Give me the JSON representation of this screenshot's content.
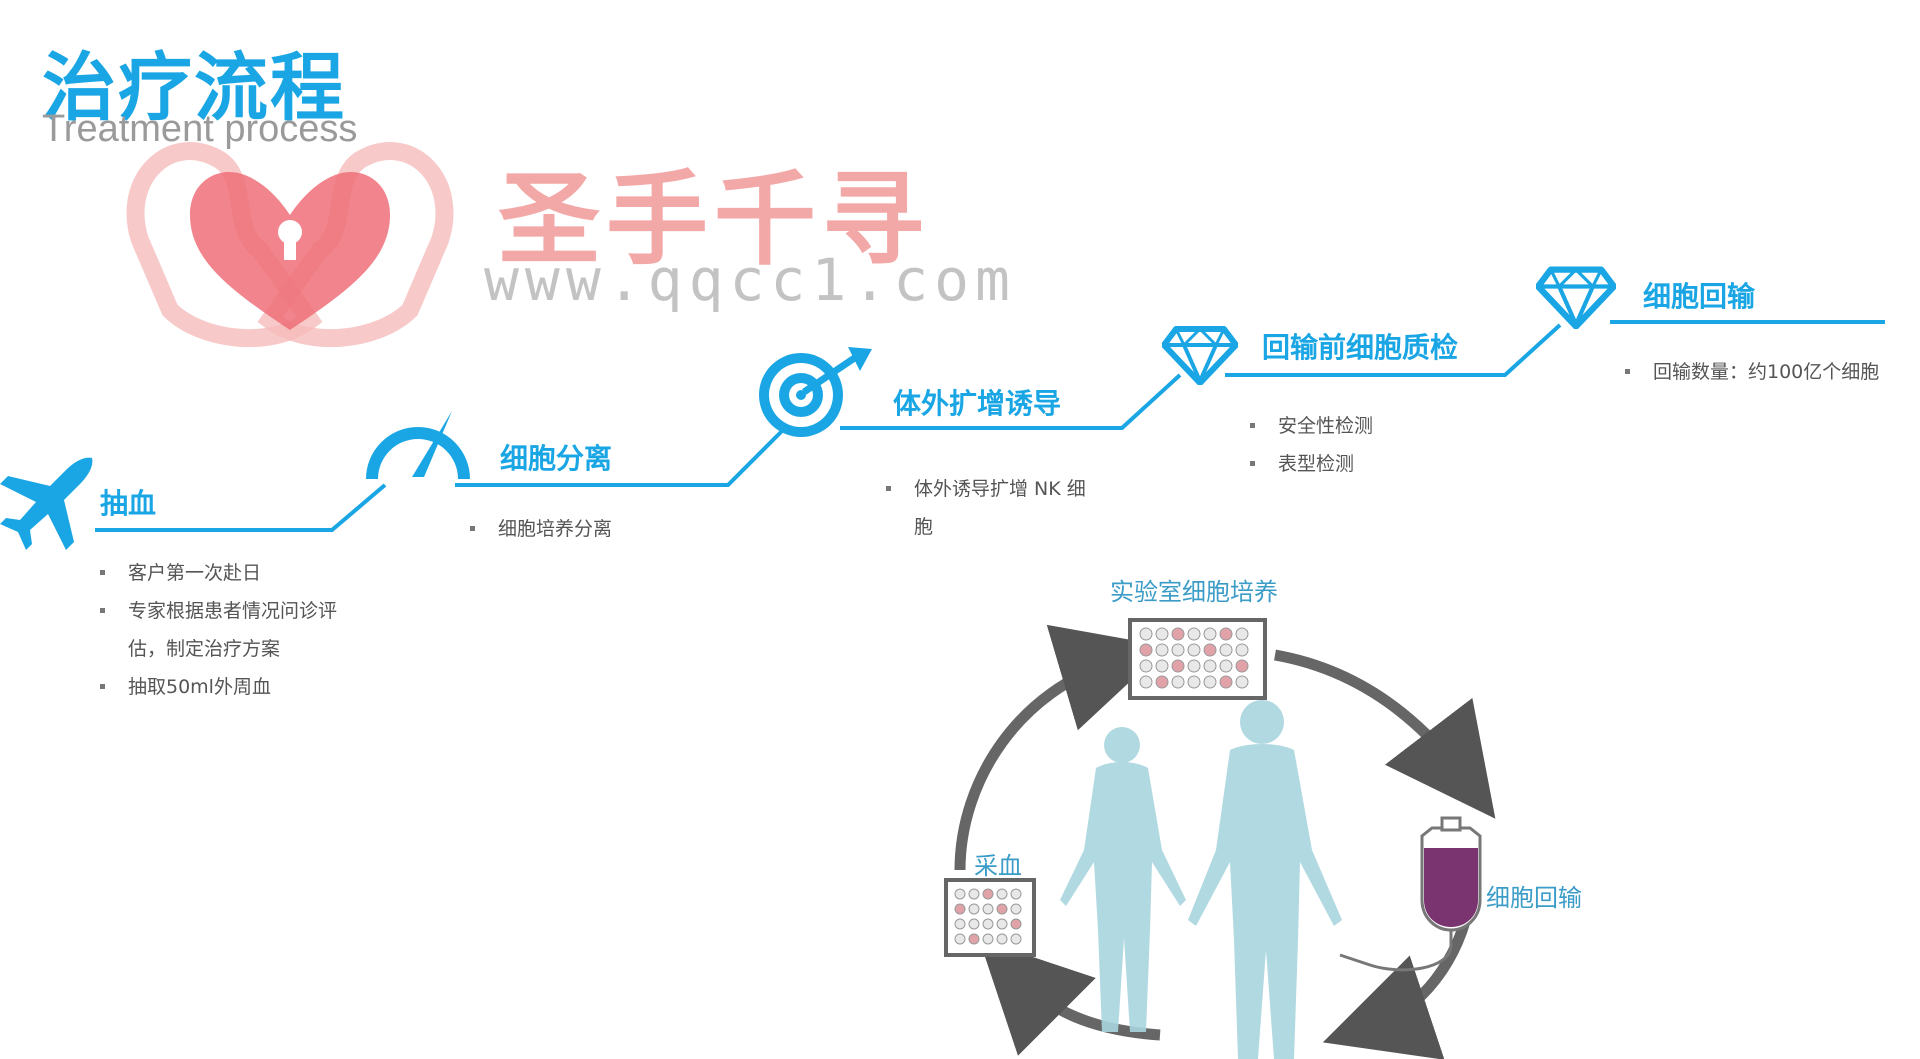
{
  "title": "治疗流程",
  "subtitle": "Treatment process",
  "watermark": {
    "brand": "圣手千寻",
    "url": "www.qqcc1.com"
  },
  "steps": [
    {
      "label": "抽血",
      "icon": "airplane-icon",
      "bullets": [
        "客户第一次赴日",
        "专家根据患者情况问诊评估，制定治疗方案",
        "抽取50ml外周血"
      ]
    },
    {
      "label": "细胞分离",
      "icon": "speedometer-icon",
      "bullets": [
        "细胞培养分离"
      ]
    },
    {
      "label": "体外扩增诱导",
      "icon": "target-icon",
      "bullets": [
        "体外诱导扩增 NK 细胞"
      ]
    },
    {
      "label": "回输前细胞质检",
      "icon": "diamond-icon",
      "bullets": [
        "安全性检测",
        "表型检测"
      ]
    },
    {
      "label": "细胞回输",
      "icon": "diamond-icon",
      "bullets": [
        "回输数量：约100亿个细胞"
      ]
    }
  ],
  "cycle": {
    "top": "实验室细胞培养",
    "left": "采血",
    "right": "细胞回输"
  },
  "colors": {
    "accent": "#1aa6e4",
    "watermark": "#f29a9a",
    "figure": "#a9d5de",
    "arrow": "#555555",
    "bag": "#7a3470"
  }
}
